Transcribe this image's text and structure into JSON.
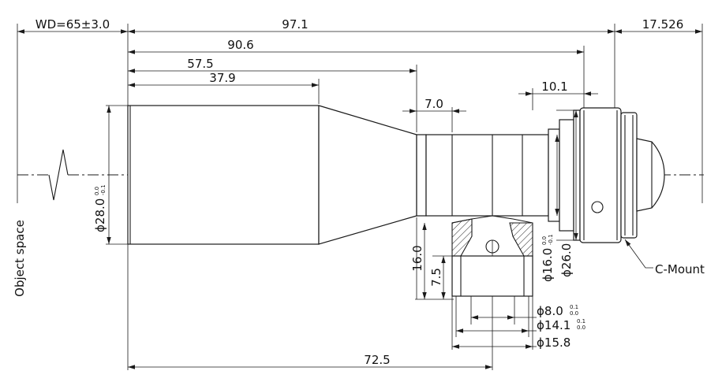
{
  "drawing": {
    "dimensions": {
      "wd": "WD=65±3.0",
      "total_length": "97.1",
      "back_focus": "17.526",
      "length_to_mount": "90.6",
      "front_section": "57.5",
      "front_barrel": "37.9",
      "neck": "7.0",
      "mount_flange": "10.1",
      "port_height": "16.0",
      "port_inner_height": "7.5",
      "port_position": "72.5"
    },
    "diameters": {
      "front": {
        "symbol": "ϕ",
        "value": "28.0",
        "tol_upper": "0.0",
        "tol_lower": "-0.1"
      },
      "body": {
        "symbol": "ϕ",
        "value": "16.0",
        "tol_upper": "0.0",
        "tol_lower": "-0.1"
      },
      "mount": {
        "symbol": "ϕ",
        "value": "26.0"
      },
      "port_hole": {
        "symbol": "ϕ",
        "value": "8.0",
        "tol_upper": "0.1",
        "tol_lower": "0.0"
      },
      "port_bore": {
        "symbol": "ϕ",
        "value": "14.1",
        "tol_upper": "0.1",
        "tol_lower": "0.0"
      },
      "port_outer": {
        "symbol": "ϕ",
        "value": "15.8"
      }
    },
    "labels": {
      "object_space": "Object space",
      "c_mount": "C-Mount"
    }
  }
}
